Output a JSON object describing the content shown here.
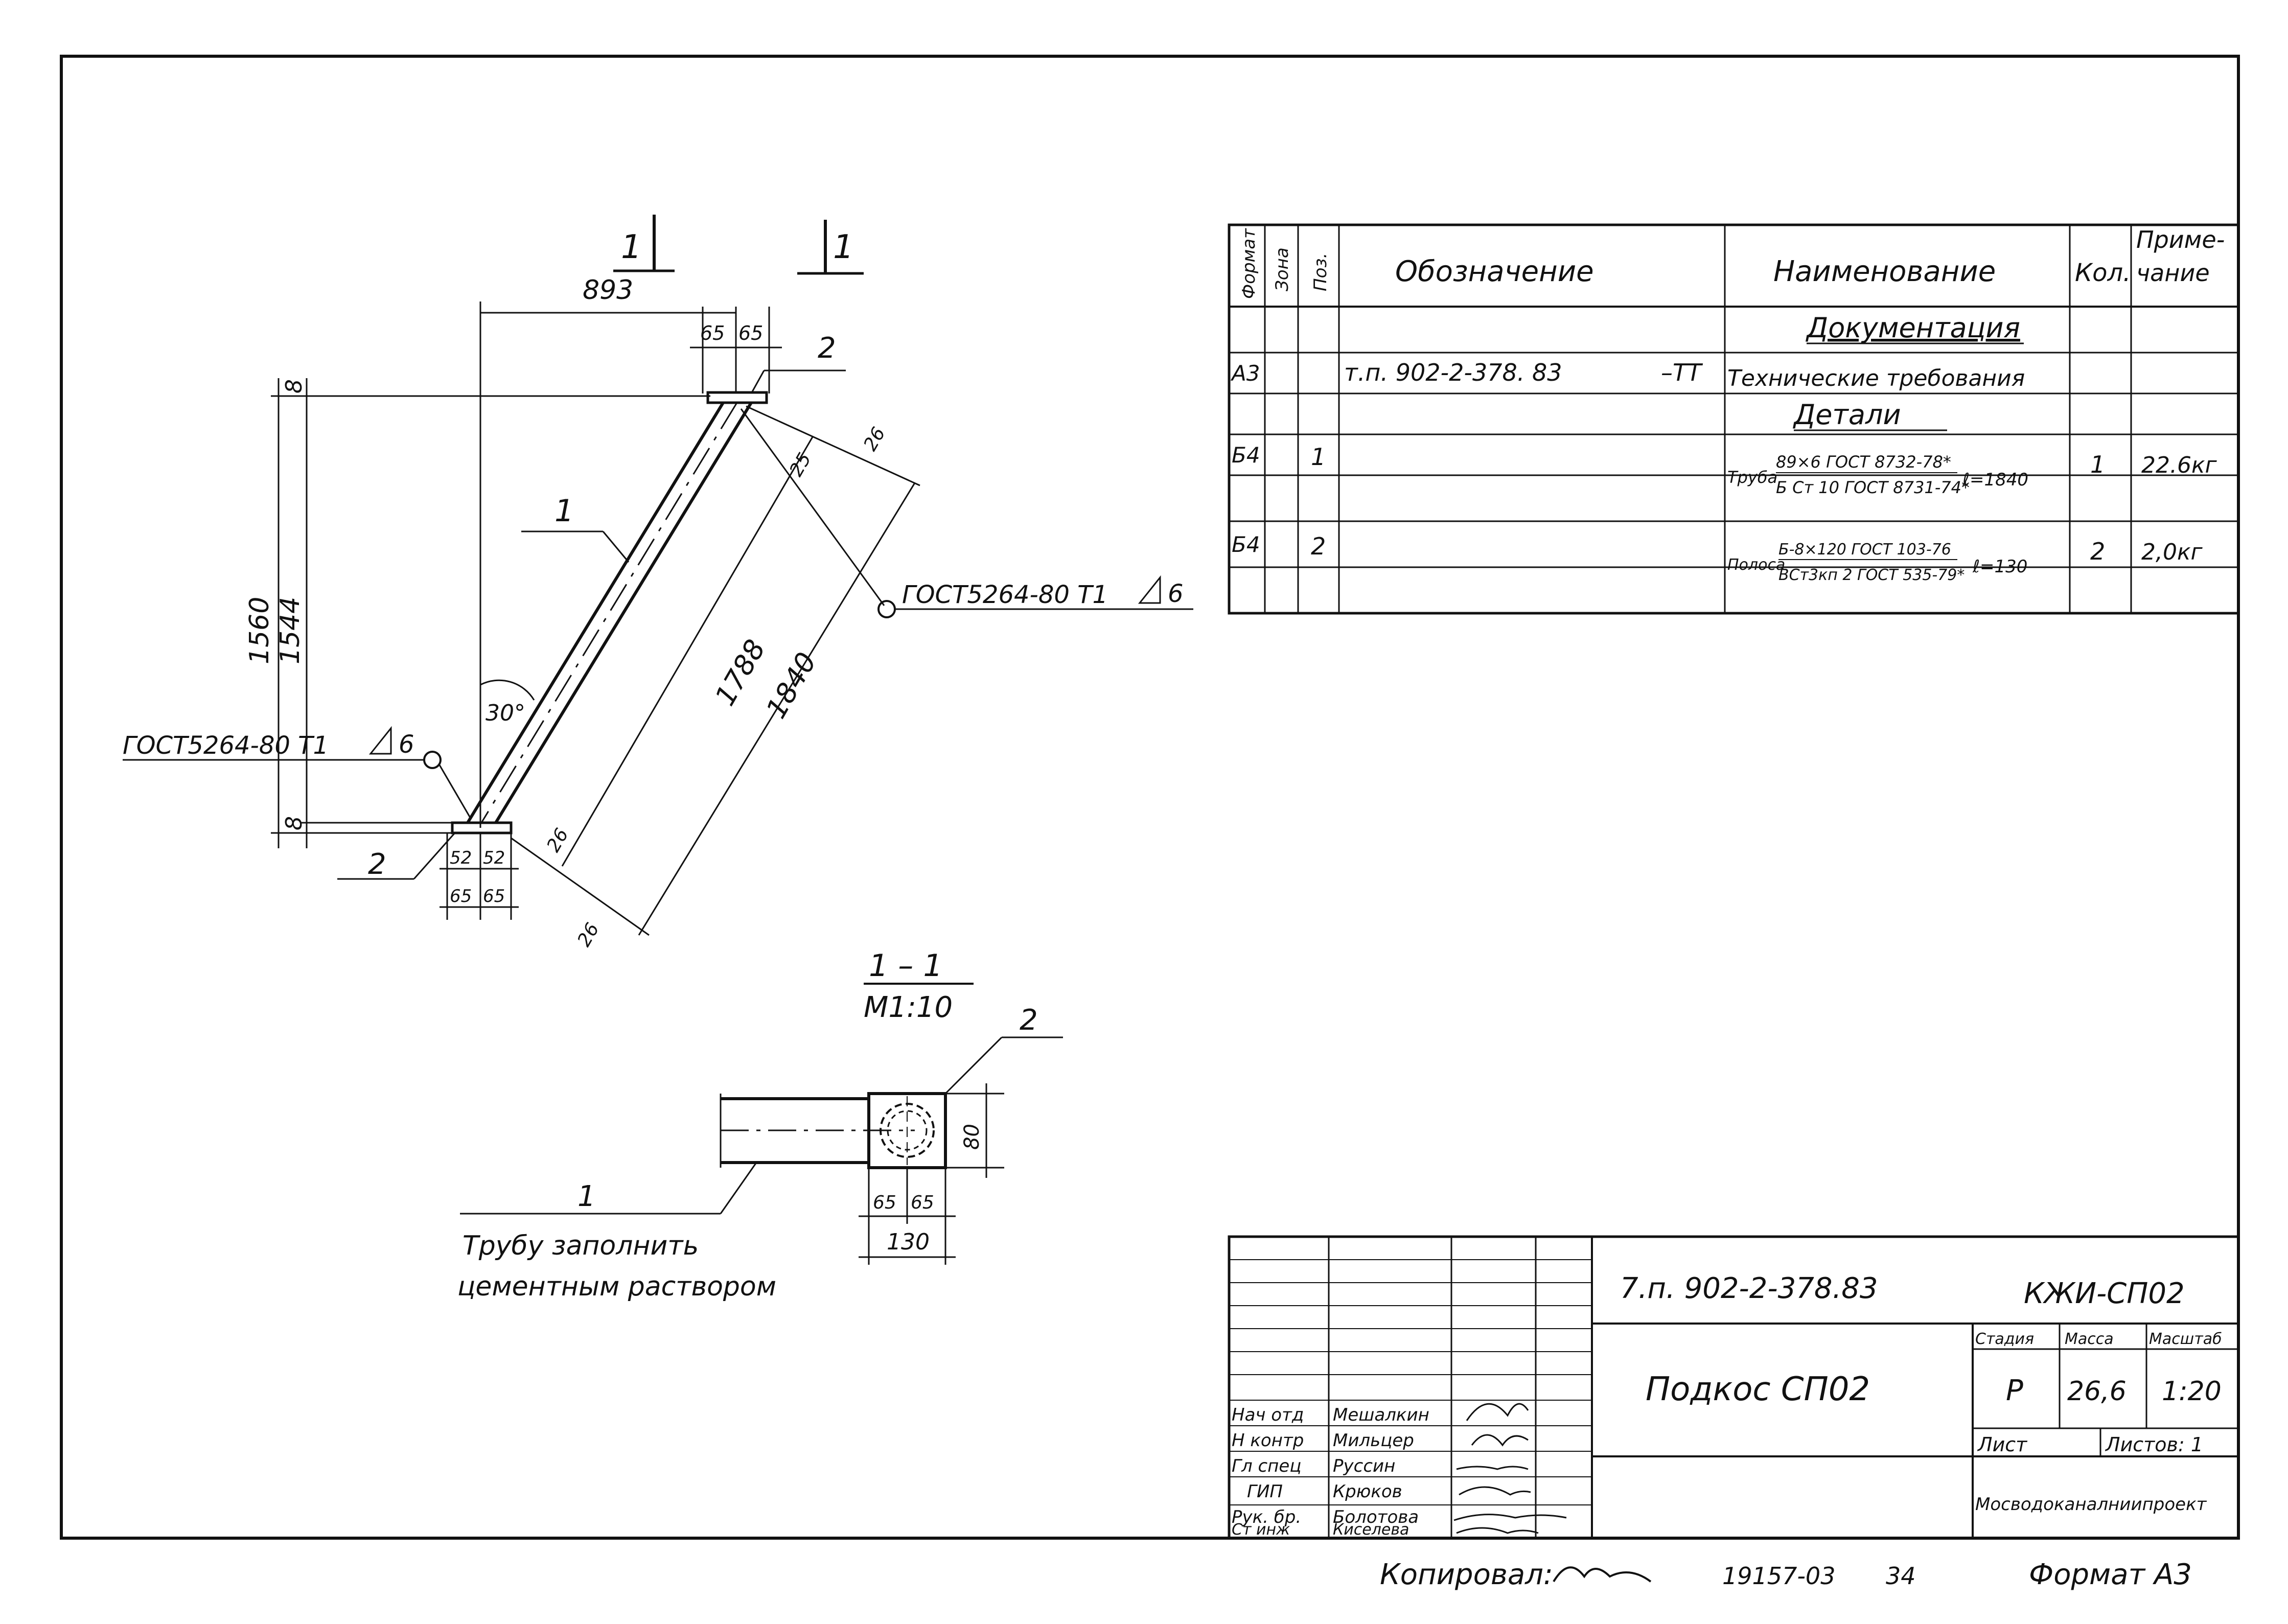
{
  "drawing": {
    "section_marks": [
      "1",
      "1"
    ],
    "dims": {
      "top_width": "893",
      "top_flange_left": "65",
      "top_flange_right": "65",
      "height_outer": "1560",
      "height_inner": "1544",
      "offset_top": "8",
      "offset_bottom": "8",
      "diag_inner": "1788",
      "diag_outer": "1840",
      "top_small_1": "25",
      "top_small_2": "26",
      "bottom_small_1": "26",
      "bottom_small_2": "26",
      "bottom_52_left": "52",
      "bottom_52_right": "52",
      "bottom_65_left": "65",
      "bottom_65_right": "65",
      "angle": "30°"
    },
    "callouts": {
      "pos1": "1",
      "pos2_top": "2",
      "pos2_bottom": "2",
      "weld_right": "ГОСТ5264-80 Т1",
      "weld_left": "ГОСТ5264-80 Т1",
      "weld_leg": "6"
    },
    "section": {
      "title": "1 – 1",
      "scale": "М1:10",
      "pos2": "2",
      "pos1": "1",
      "dim_height": "80",
      "dim_65_left": "65",
      "dim_65_right": "65",
      "dim_130": "130",
      "note_line1": "Трубу заполнить",
      "note_line2": "цементным раствором"
    }
  },
  "spec_table": {
    "headers": {
      "format": "Формат",
      "zone": "Зона",
      "pos": "Поз.",
      "designation": "Обозначение",
      "name": "Наименование",
      "qty": "Кол.",
      "note_line1": "Приме-",
      "note_line2": "чание"
    },
    "section_docs": "Документация",
    "doc_row": {
      "format": "А3",
      "designation": "т.п. 902-2-378. 83",
      "suffix": "–ТТ",
      "name": "Технические требования"
    },
    "section_details": "Детали",
    "rows": [
      {
        "format": "Б4",
        "pos": "1",
        "name_prefix": "Труба",
        "name_top": "89×6 ГОСТ 8732-78*",
        "name_bottom": "Б Ст 10 ГОСТ 8731-74*",
        "length": "ℓ=1840",
        "qty": "1",
        "note": "22.6кг"
      },
      {
        "format": "Б4",
        "pos": "2",
        "name_prefix": "Полоса",
        "name_top": "Б-8×120 ГОСТ 103-76",
        "name_bottom": "ВСт3кп 2 ГОСТ 535-79*",
        "length": "ℓ=130",
        "qty": "2",
        "note": "2,0кг"
      }
    ]
  },
  "title_block": {
    "code": "7.п. 902-2-378.83",
    "sheet_code": "КЖИ-СП02",
    "title": "Подкос СП02",
    "stage_label": "Стадия",
    "mass_label": "Масса",
    "scale_label": "Масштаб",
    "stage": "Р",
    "mass": "26,6",
    "scale": "1:20",
    "sheet_label": "Лист",
    "sheets_label": "Листов: 1",
    "org": "Мосводоканалниипроект",
    "signatures": [
      {
        "role": "Нач отд",
        "name": "Мешалкин"
      },
      {
        "role": "Н контр",
        "name": "Мильцер"
      },
      {
        "role": "Гл спец",
        "name": "Руссин"
      },
      {
        "role": "ГИП",
        "name": "Крюков"
      },
      {
        "role": "Рук. бр.",
        "name": "Болотова"
      },
      {
        "role": "Ст инж",
        "name": "Киселева"
      }
    ]
  },
  "footer": {
    "copied": "Копировал:",
    "number": "19157-03",
    "page": "34",
    "format": "Формат А3"
  }
}
